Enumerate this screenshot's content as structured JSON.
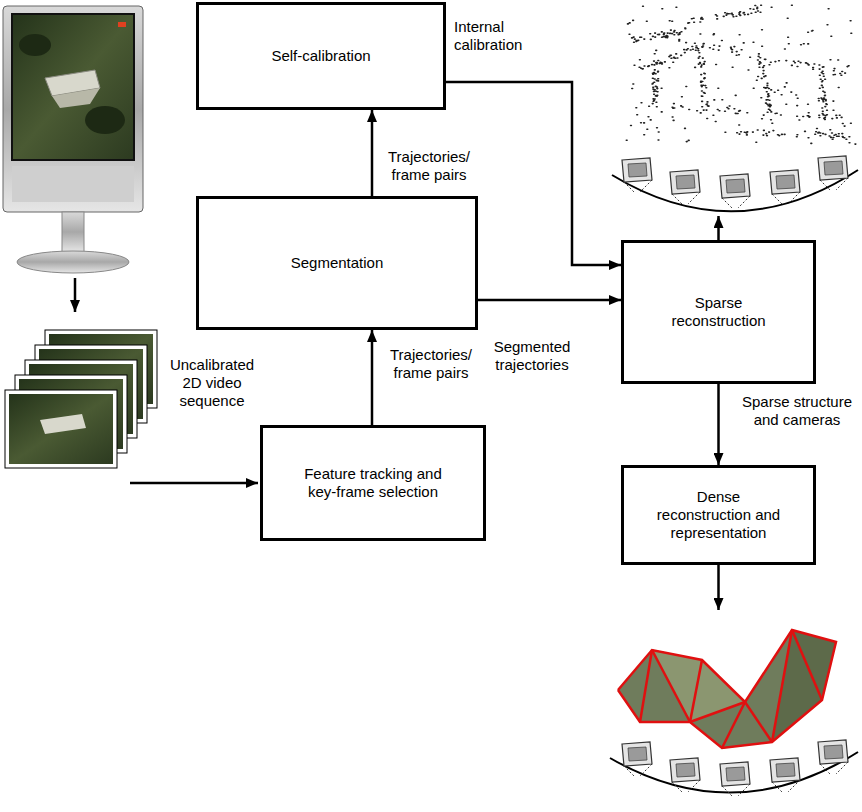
{
  "diagram": {
    "nodes": [
      {
        "text": [
          "Self-calibration"
        ]
      },
      {
        "text": [
          "Segmentation"
        ]
      },
      {
        "text": [
          "Sparse reconstruction"
        ]
      },
      {
        "text": [
          "Feature tracking and key-frame selection"
        ]
      },
      {
        "text": [
          "Dense reconstruction and representation"
        ]
      }
    ],
    "edges": [
      {
        "from": 3,
        "to": 1,
        "label": "Trajectories/ frame pairs",
        "arrow": "to"
      },
      {
        "from": 1,
        "to": 0,
        "label": "Trajectories/ frame pairs",
        "arrow": "to"
      },
      {
        "from": 0,
        "to": 2,
        "label": "Internal calibration",
        "arrow": "to"
      },
      {
        "from": 1,
        "to": 2,
        "label": "Segmented trajectories",
        "arrow": "to"
      },
      {
        "from": 2,
        "to": 4,
        "label": "Sparse structure and cameras",
        "arrow": "to"
      }
    ],
    "labels": [
      "Uncalibrated 2D video sequence"
    ]
  }
}
